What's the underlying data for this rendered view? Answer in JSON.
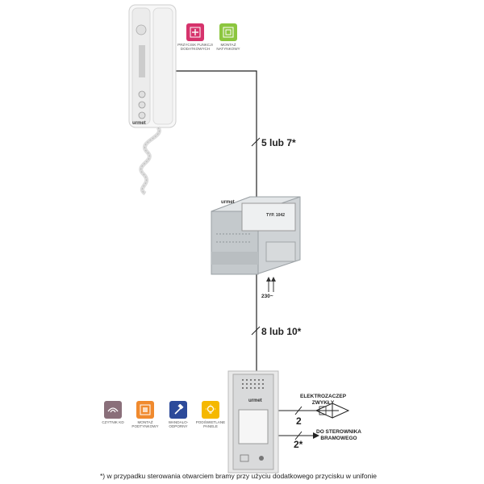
{
  "wires": {
    "top_label": "5 lub 7*",
    "bottom_label": "8 lub 10*",
    "lock_count": "2",
    "gate_count": "2*",
    "power": "230~"
  },
  "handset_features": [
    {
      "label": "przycisk funkcji dodatkowych",
      "color": "#d6336c",
      "icon": "plus-icon"
    },
    {
      "label": "montaż natynkowy",
      "color": "#8cc63f",
      "icon": "surface-mount-icon"
    }
  ],
  "panel_features": [
    {
      "label": "czytnik kd",
      "color": "#8a6f7a",
      "icon": "card-reader-icon"
    },
    {
      "label": "montaż podtynkowy",
      "color": "#f08a2e",
      "icon": "flush-mount-icon"
    },
    {
      "label": "wandalo-odporny",
      "color": "#2c4a9a",
      "icon": "hammer-icon"
    },
    {
      "label": "podświetlane panele",
      "color": "#f5b800",
      "icon": "lightbulb-icon"
    }
  ],
  "targets": {
    "lock": "ELEKTROZACZEP\nZWYKŁY",
    "gate": "DO STEROWNIKA\nBRAMOWEGO"
  },
  "module": {
    "brand": "urmet",
    "type": "TYP. 1042"
  },
  "handset": {
    "brand": "urmet"
  },
  "panel": {
    "brand": "urmet"
  },
  "footnote": "*) w przypadku sterowania otwarciem bramy przy użyciu dodatkowego przycisku w unifonie"
}
